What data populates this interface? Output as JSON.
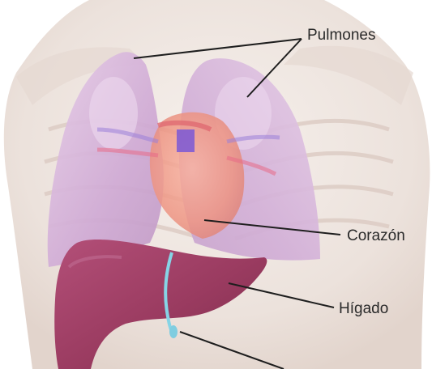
{
  "labels": {
    "lungs": "Pulmones",
    "heart": "Corazón",
    "liver": "Hígado"
  },
  "colors": {
    "torso": "#f2ebe6",
    "lung": "#d7b7dc",
    "heart": "#f0a08e",
    "liver": "#9e3f63",
    "gallbladder_duct": "#86d4e6",
    "leader_line": "#1e1e1e",
    "label_text": "#2a2a2a"
  }
}
